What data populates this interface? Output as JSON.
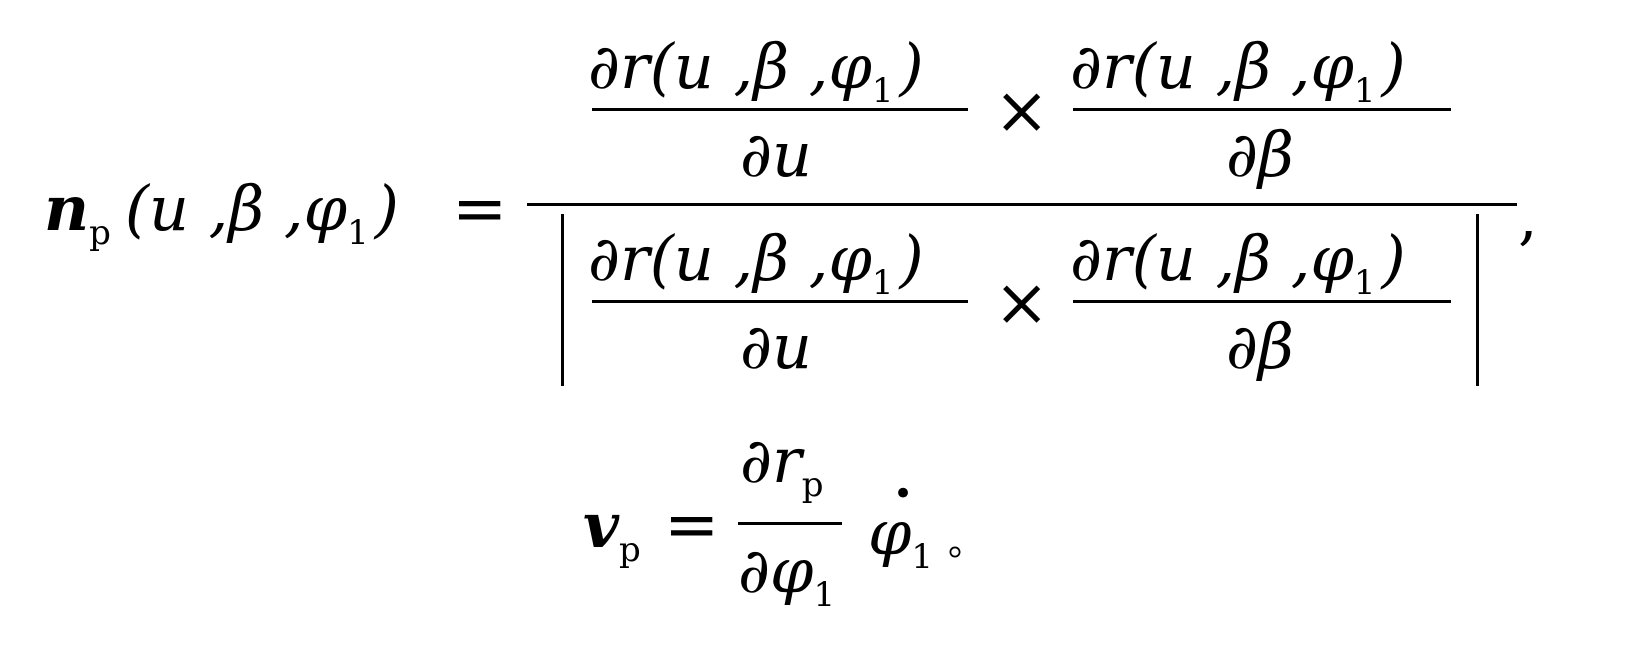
{
  "equation1": {
    "lhs": {
      "symbol": "n",
      "subscript": "p",
      "args": "(u ,β ,φ",
      "args_sub": "1",
      "close": ")"
    },
    "equals": "=",
    "numerator": {
      "left": {
        "num_text": "∂r(u ,β ,φ",
        "num_sub": "1",
        "num_close": ")",
        "den": "∂u"
      },
      "times": "×",
      "right": {
        "num_text": "∂r(u ,β ,φ",
        "num_sub": "1",
        "num_close": ")",
        "den": "∂β"
      }
    },
    "denominator": {
      "left": {
        "num_text": "∂r(u ,β ,φ",
        "num_sub": "1",
        "num_close": ")",
        "den": "∂u"
      },
      "times": "×",
      "right": {
        "num_text": "∂r(u ,β ,φ",
        "num_sub": "1",
        "num_close": ")",
        "den": "∂β"
      }
    },
    "trailing": ","
  },
  "equation2": {
    "lhs_symbol": "v",
    "lhs_sub": "p",
    "equals": "=",
    "frac_num": "∂r",
    "frac_num_sub": "p",
    "frac_den": "∂φ",
    "frac_den_sub": "1",
    "rate_symbol": "φ",
    "rate_sub": "1",
    "rate_dot": "•",
    "trailing": "。"
  }
}
